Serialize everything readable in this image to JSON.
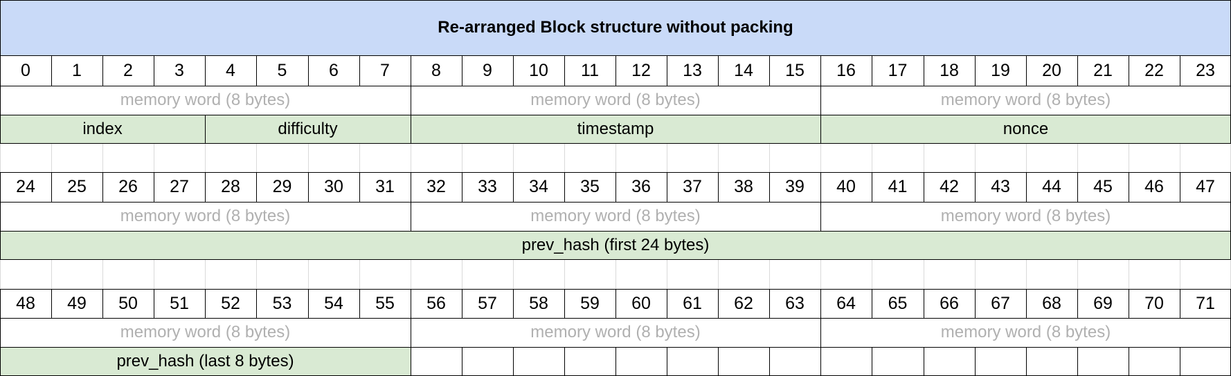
{
  "title": "Re-arranged Block structure without packing",
  "memory_word_label": "memory word (8 bytes)",
  "byte_rows": [
    [
      "0",
      "1",
      "2",
      "3",
      "4",
      "5",
      "6",
      "7",
      "8",
      "9",
      "10",
      "11",
      "12",
      "13",
      "14",
      "15",
      "16",
      "17",
      "18",
      "19",
      "20",
      "21",
      "22",
      "23"
    ],
    [
      "24",
      "25",
      "26",
      "27",
      "28",
      "29",
      "30",
      "31",
      "32",
      "33",
      "34",
      "35",
      "36",
      "37",
      "38",
      "39",
      "40",
      "41",
      "42",
      "43",
      "44",
      "45",
      "46",
      "47"
    ],
    [
      "48",
      "49",
      "50",
      "51",
      "52",
      "53",
      "54",
      "55",
      "56",
      "57",
      "58",
      "59",
      "60",
      "61",
      "62",
      "63",
      "64",
      "65",
      "66",
      "67",
      "68",
      "69",
      "70",
      "71"
    ]
  ],
  "field_rows": [
    [
      {
        "label": "index",
        "bytes": 4
      },
      {
        "label": "difficulty",
        "bytes": 4
      },
      {
        "label": "timestamp",
        "bytes": 8
      },
      {
        "label": "nonce",
        "bytes": 8
      }
    ],
    [
      {
        "label": "prev_hash (first 24 bytes)",
        "bytes": 24
      }
    ],
    [
      {
        "label": "prev_hash (last 8 bytes)",
        "bytes": 8
      }
    ]
  ],
  "colors": {
    "title_bg": "#c9daf8",
    "field_bg": "#d9ead3",
    "memory_word_text": "#b0b0b0",
    "grid": "#000000"
  }
}
